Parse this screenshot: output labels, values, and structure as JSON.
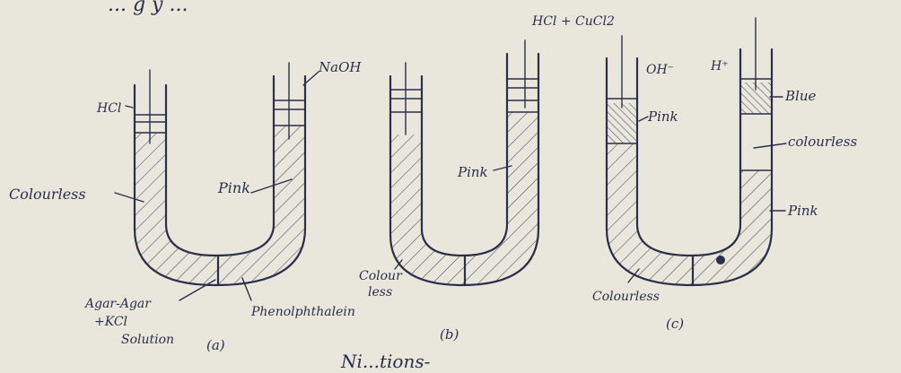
{
  "header_text": "... g y ...",
  "footer_text": "Ni...tions-",
  "diagram_a": {
    "label": "(a)",
    "left_arm_top_label": "HCl",
    "left_side_label": "Colourless",
    "right_side_label": "Pink",
    "right_arm_top_label": "NaOH",
    "bottom_label_1": "Agar-Agar",
    "bottom_label_2": "+KCl",
    "bottom_label_3": "Solution",
    "bottom_right_label": "Phenolphthalein"
  },
  "diagram_b": {
    "label": "(b)",
    "top_label": "HCl + CuCl2",
    "right_side_label": "Pink",
    "bottom_label_1": "Colour",
    "bottom_label_2": "less"
  },
  "diagram_c": {
    "label": "(c)",
    "left_arm_top_label": "OH⁻",
    "right_arm_top_label": "H⁺",
    "left_pink_label": "Pink",
    "right_blue_label": "Blue",
    "right_colourless_label": "colourless",
    "right_pink_label": "Pink",
    "bottom_label": "Colourless"
  },
  "colors": {
    "ink": "#2b2f4a",
    "paper": "#e9e6dc"
  }
}
